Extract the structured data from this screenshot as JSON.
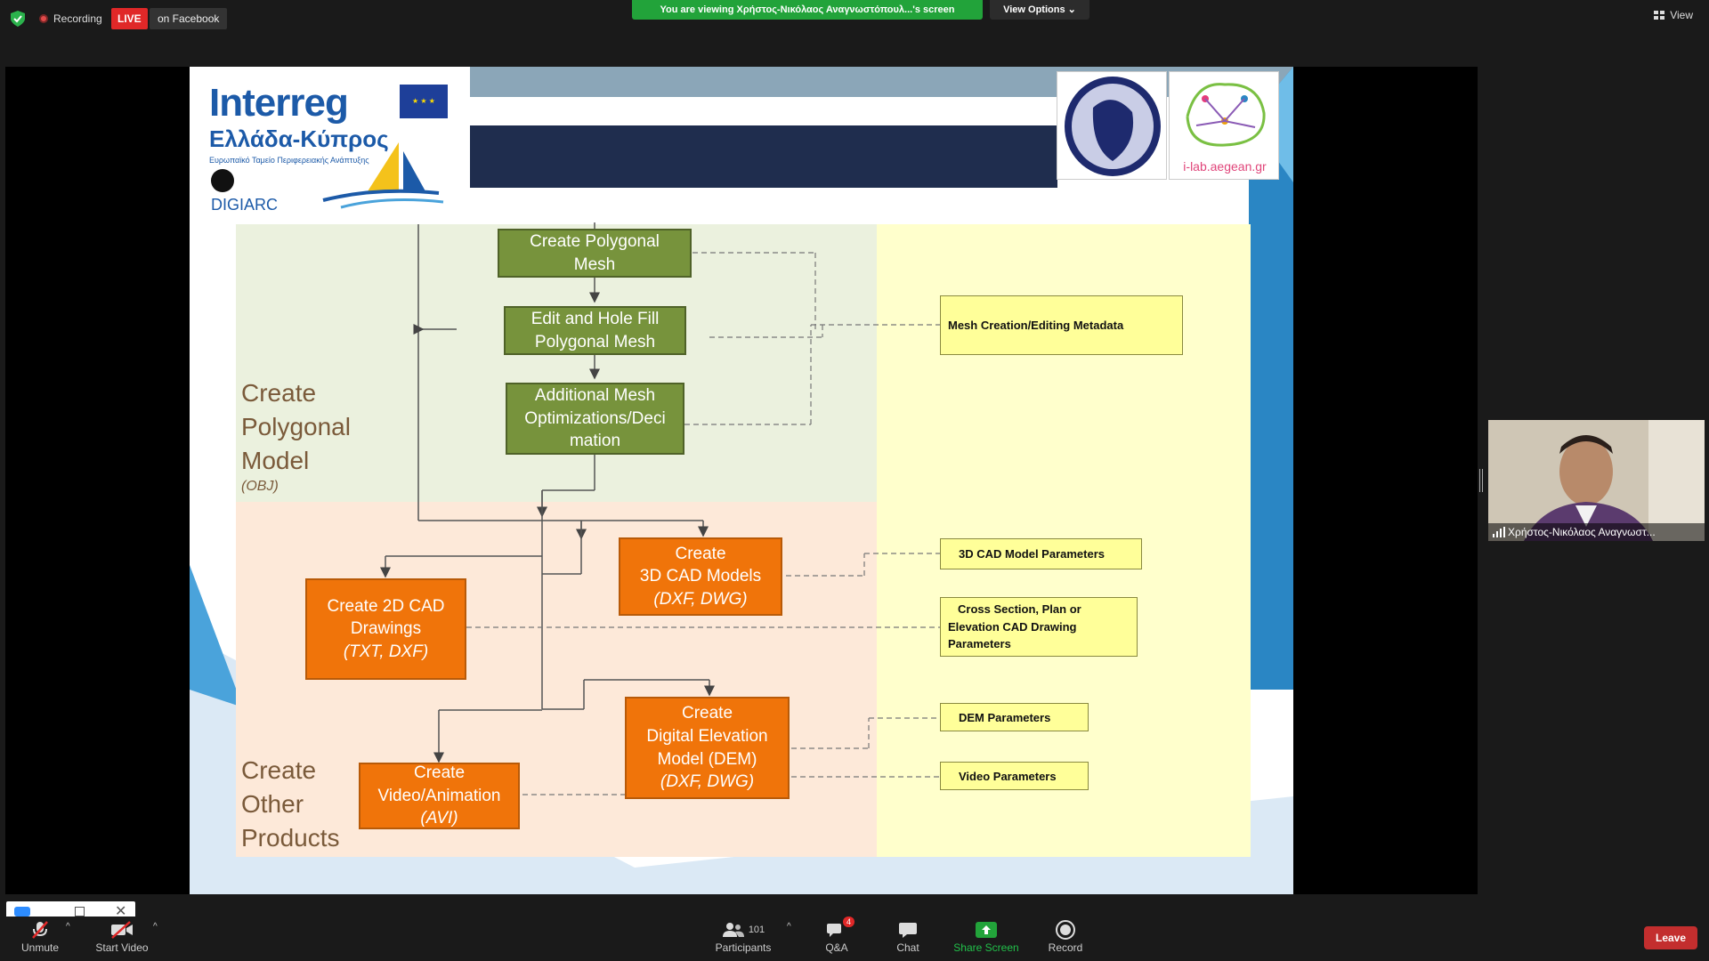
{
  "topbar": {
    "recording": "Recording",
    "live": "LIVE",
    "on_facebook": "on Facebook",
    "viewing": "You are viewing Χρήστος-Νικόλαος Αναγνωστόπουλ...'s screen",
    "view_options": "View Options",
    "view": "View"
  },
  "slide": {
    "logo": {
      "interreg": "Interreg",
      "subtitle": "Ελλάδα-Κύπρος",
      "fund": "Ευρωπαϊκό Ταμείο Περιφερειακής Ανάπτυξης",
      "digiarc": "DIGIARC",
      "ilab": "i-lab.aegean.gr"
    },
    "sections": {
      "polygonal": [
        "Create",
        "Polygonal",
        "Model"
      ],
      "polygonal_sub": "(OBJ)",
      "other": [
        "Create",
        "Other",
        "Products"
      ]
    },
    "boxes": {
      "create_mesh": [
        "Create Polygonal",
        "Mesh"
      ],
      "edit_mesh": [
        "Edit and Hole Fill",
        "Polygonal Mesh"
      ],
      "additional": [
        "Additional Mesh",
        "Optimizations/Deci",
        "mation"
      ],
      "cad3d": [
        "Create",
        "3D CAD Models",
        "(DXF, DWG)"
      ],
      "cad2d": [
        "Create 2D CAD",
        "Drawings",
        "(TXT, DXF)"
      ],
      "dem": [
        "Create",
        "Digital Elevation",
        "Model (DEM)",
        "(DXF, DWG)"
      ],
      "video": [
        "Create",
        "Video/Animation",
        "(AVI)"
      ]
    },
    "params": {
      "mesh_meta": "Mesh Creation/Editing Metadata",
      "cad3d": "3D CAD Model Parameters",
      "cross": [
        "Cross Section, Plan or",
        "Elevation CAD Drawing",
        "Parameters"
      ],
      "dem": "DEM Parameters",
      "video": "Video Parameters"
    }
  },
  "participant": {
    "name": "Χρήστος-Νικόλαος Αναγνωστ..."
  },
  "toolbar": {
    "unmute": "Unmute",
    "start_video": "Start Video",
    "participants": "Participants",
    "participants_count": "101",
    "qa": "Q&A",
    "qa_badge": "4",
    "chat": "Chat",
    "share": "Share Screen",
    "record": "Record",
    "leave": "Leave"
  },
  "colors": {
    "share_green": "#22a33a",
    "leave_red": "#c32e2e",
    "box_green": "#77933c",
    "box_orange": "#f0740a",
    "param_yellow": "#ffff99"
  }
}
